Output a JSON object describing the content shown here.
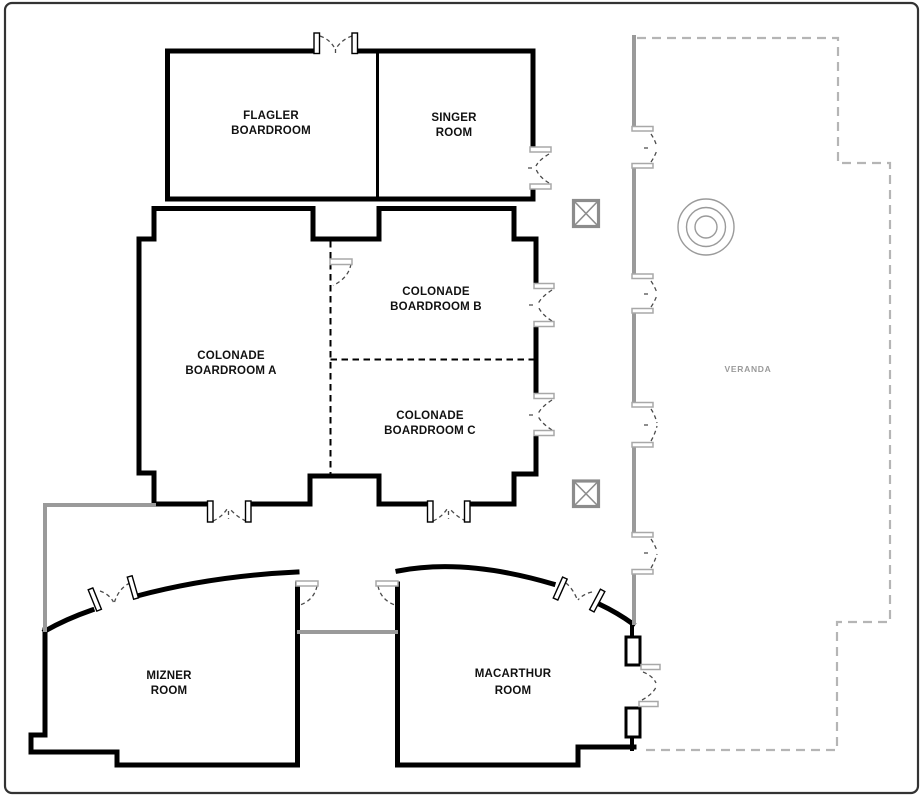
{
  "floorplan": {
    "rooms": {
      "flagler": {
        "line1": "FLAGLER",
        "line2": "BOARDROOM"
      },
      "singer": {
        "line1": "SINGER",
        "line2": "ROOM"
      },
      "colonade_a": {
        "line1": "COLONADE",
        "line2": "BOARDROOM A"
      },
      "colonade_b": {
        "line1": "COLONADE",
        "line2": "BOARDROOM B"
      },
      "colonade_c": {
        "line1": "COLONADE",
        "line2": "BOARDROOM C"
      },
      "mizner": {
        "line1": "MIZNER",
        "line2": "ROOM"
      },
      "macarthur": {
        "line1": "MACARTHUR",
        "line2": "ROOM"
      },
      "veranda": {
        "label": "VERANDA"
      }
    },
    "symbols": {
      "column_marker": "boxed-x-column-marker",
      "fountain": "concentric-circles-fountain",
      "door": "swing-door-dashed-arc"
    },
    "colors": {
      "wall": "#000000",
      "gray_wall": "#9a9a9a",
      "light_jamb": "#a8a8a8",
      "veranda_outline": "#b5b5b5",
      "column_marker": "#8c8c8c",
      "fountain": "#9a9a9a",
      "swing_dash": "#4a4a4a",
      "border": "#333333",
      "room_label": "#111111",
      "veranda_label": "#9a9a9a"
    }
  }
}
